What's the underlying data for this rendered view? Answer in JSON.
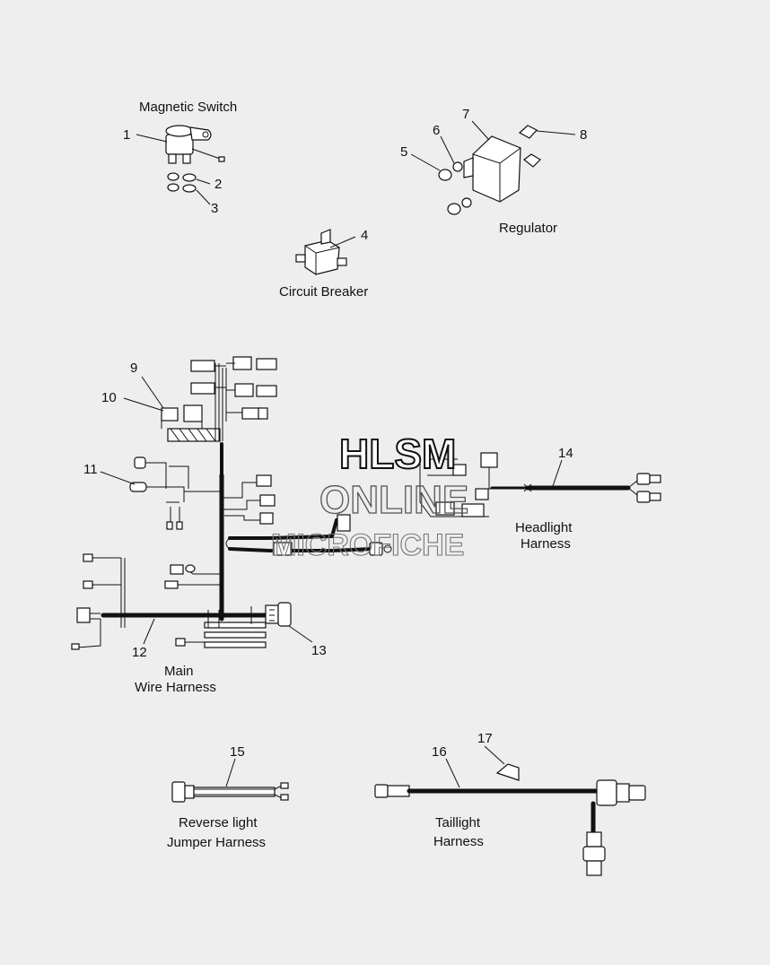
{
  "labels": {
    "magnetic_switch": "Magnetic Switch",
    "regulator": "Regulator",
    "circuit_breaker": "Circuit Breaker",
    "headlight_1": "Headlight",
    "headlight_2": "Harness",
    "main_1": "Main",
    "main_2": "Wire Harness",
    "reverse_1": "Reverse light",
    "reverse_2": "Jumper Harness",
    "taillight_1": "Taillight",
    "taillight_2": "Harness"
  },
  "callouts": [
    "1",
    "2",
    "3",
    "4",
    "5",
    "6",
    "7",
    "8",
    "9",
    "10",
    "11",
    "12",
    "13",
    "14",
    "15",
    "16",
    "17"
  ],
  "watermark": {
    "line1": "HLSM",
    "line2": "ONLINE",
    "line3": "MICROFICHE"
  }
}
